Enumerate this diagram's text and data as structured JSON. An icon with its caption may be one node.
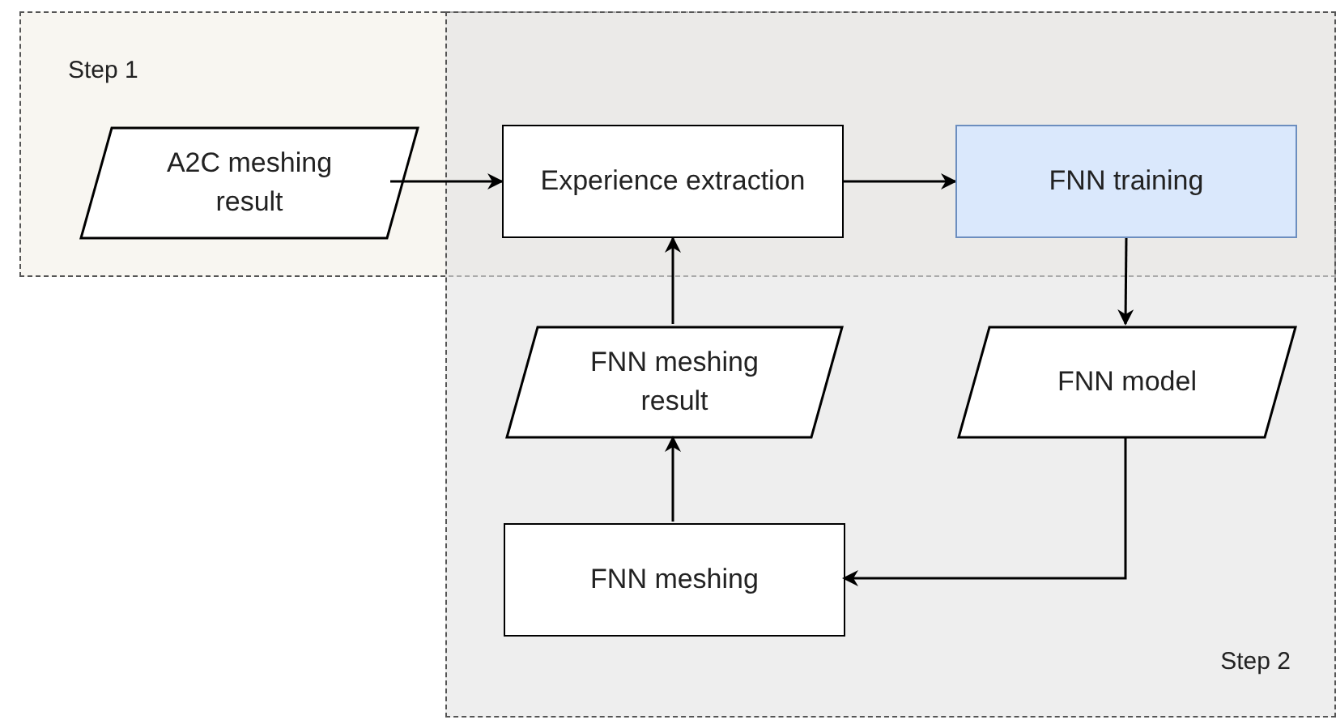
{
  "diagram": {
    "nodes": [
      {
        "text": [
          "Step 1"
        ]
      },
      {
        "text": [
          "Step 2"
        ]
      },
      {
        "text": [
          "A2C meshing result"
        ],
        "in": 0
      },
      {
        "text": [
          "Experience extraction"
        ]
      },
      {
        "text": [
          "FNN training"
        ]
      },
      {
        "text": [
          "FNN meshing result"
        ],
        "in": 1
      },
      {
        "text": [
          "FNN model"
        ],
        "in": 1
      },
      {
        "text": [
          "FNN meshing"
        ],
        "in": 1
      }
    ],
    "edges": [
      {
        "from": 2,
        "to": 3,
        "arrow": "to"
      },
      {
        "from": 3,
        "to": 4,
        "arrow": "to"
      },
      {
        "from": 4,
        "to": 6,
        "arrow": "to"
      },
      {
        "from": 6,
        "to": 7,
        "arrow": "to"
      },
      {
        "from": 7,
        "to": 5,
        "arrow": "to"
      },
      {
        "from": 5,
        "to": 3,
        "arrow": "to"
      }
    ]
  }
}
